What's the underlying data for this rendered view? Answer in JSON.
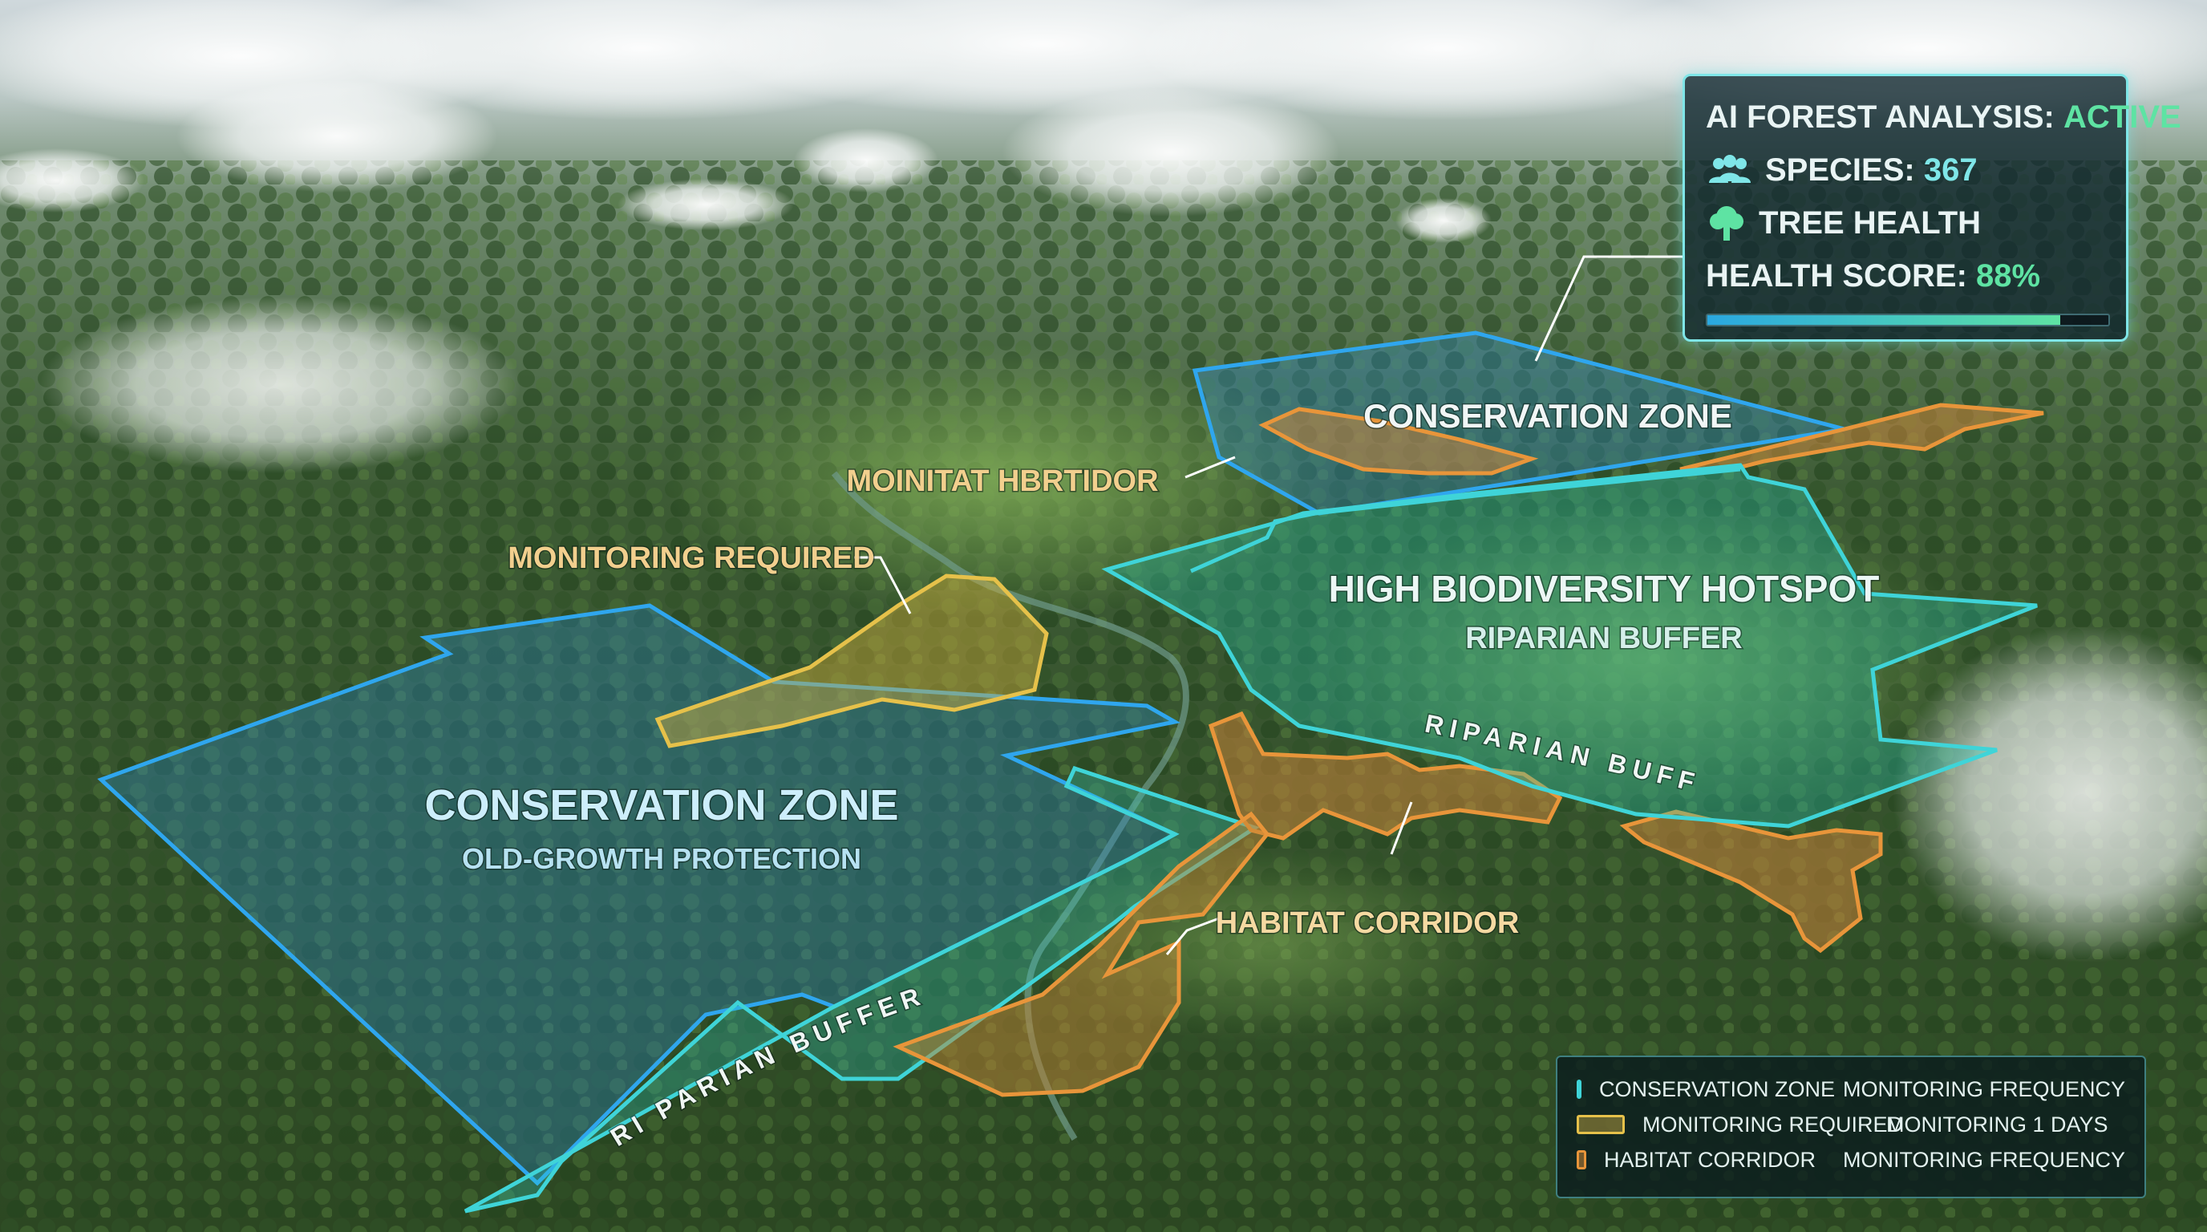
{
  "hud": {
    "title_prefix": "AI FOREST ANALYSIS:",
    "title_status": "ACTIVE",
    "species_label": "SPECIES:",
    "species_value": "367",
    "tree_health_label": "TREE HEALTH",
    "score_label": "HEALTH SCORE:",
    "score_value": "88%",
    "score_fraction": 0.88,
    "icons": [
      "people-icon",
      "tree-icon"
    ]
  },
  "zones": {
    "conservation_main_title": "CONSERVATION ZONE",
    "conservation_main_sub": "OLD-GROWTH PROTECTION",
    "conservation_top": "CONSERVATION ZONE",
    "hotspot_title": "HIGH BIODIVERSITY HOTSPOT",
    "hotspot_sub": "RIPARIAN BUFFER",
    "riparian_curve_right": "RIPARIAN BUFFER",
    "riparian_curve_left": "RI PARIAN  BUFFER",
    "monitoring_required": "MONITORING REQUIRED",
    "moinitat": "MOINITAT HBRTIDOR",
    "habitat_corridor": "HABITAT CORRIDOR"
  },
  "legend": {
    "items": [
      {
        "label": "CONSERVATION ZONE",
        "freq": "MONITORING FREQUENCY",
        "color": "#3fd4d8"
      },
      {
        "label": "MONITORING REQUIRED",
        "freq": "MONITORING 1 DAYS",
        "color": "#e6c14a"
      },
      {
        "label": "HABITAT CORRIDOR",
        "freq": "MONITORING FREQUENCY",
        "color": "#e8953a"
      }
    ]
  },
  "colors": {
    "conservation": "#2a9de0",
    "cyan": "#3fd4d8",
    "monitoring": "#e6c14a",
    "habitat": "#e8953a",
    "accent": "#5ee3a3"
  }
}
